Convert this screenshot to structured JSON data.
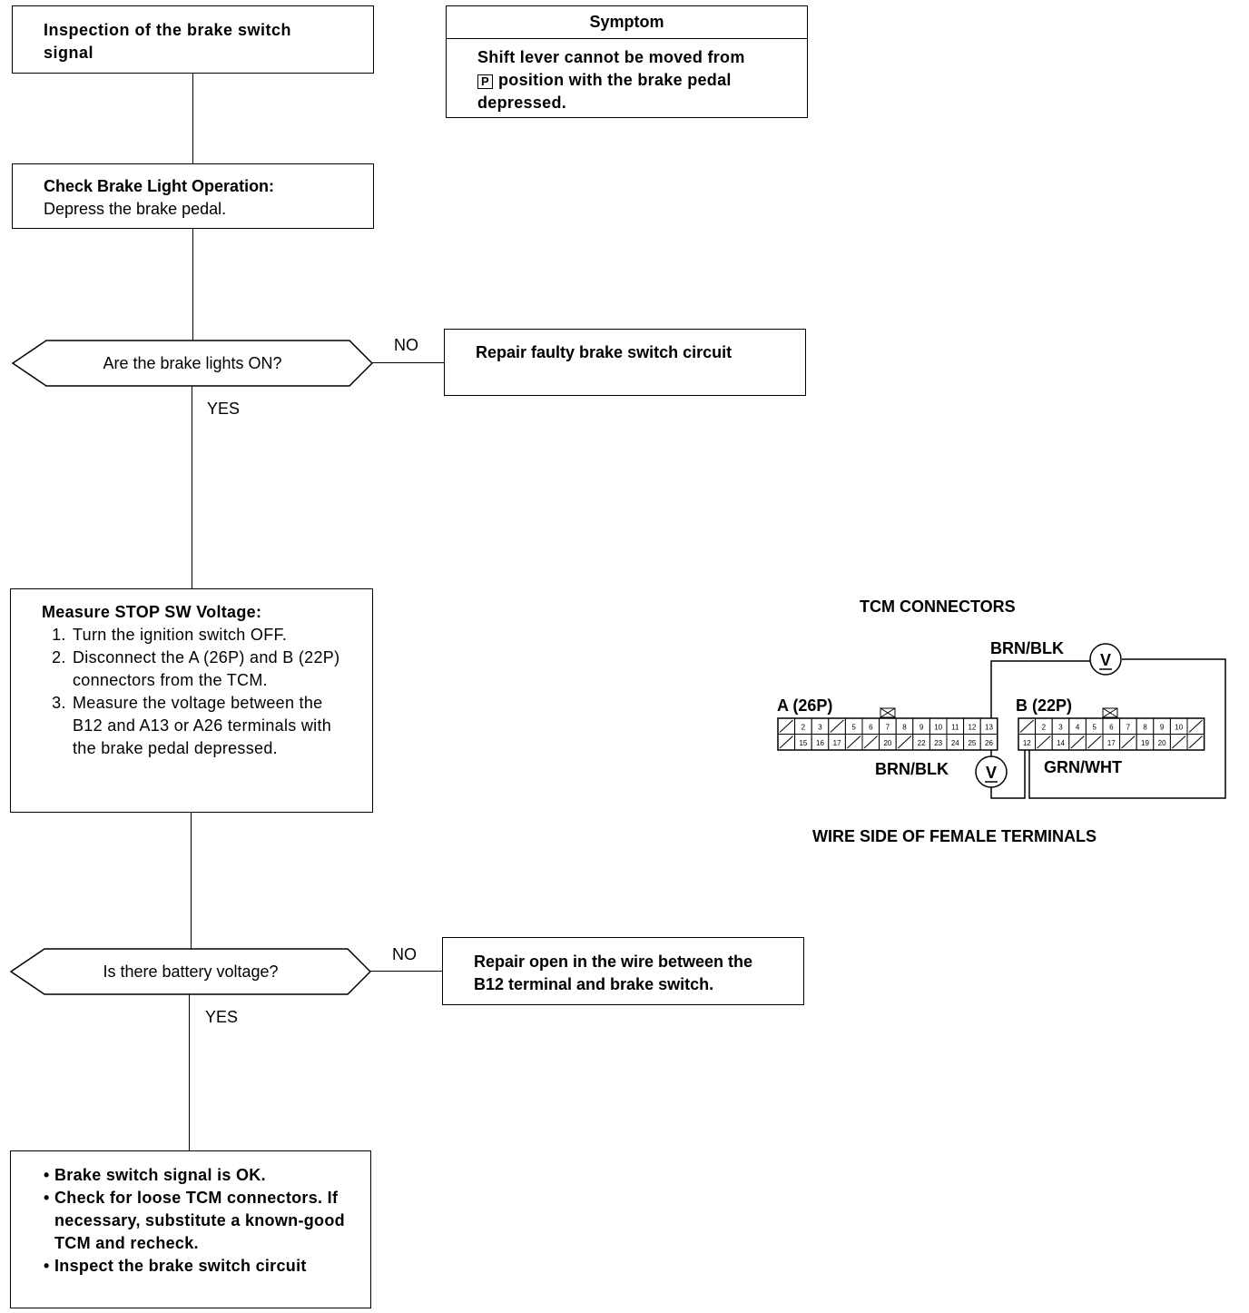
{
  "start": {
    "title": "Inspection of the brake switch signal"
  },
  "symptom": {
    "header": "Symptom",
    "line1": "Shift lever cannot be moved from",
    "key": "P",
    "line2": "position with the brake pedal",
    "line3": "depressed."
  },
  "check_brake_light": {
    "title": "Check Brake Light Operation:",
    "step": "Depress the brake pedal."
  },
  "decision1": {
    "question": "Are the brake lights ON?",
    "no_label": "NO",
    "yes_label": "YES"
  },
  "repair1": {
    "text": "Repair faulty brake switch circuit"
  },
  "measure": {
    "title": "Measure STOP SW Voltage:",
    "steps": [
      "Turn the ignition switch OFF.",
      "Disconnect the A (26P) and B (22P) connectors from the TCM.",
      "Measure the voltage between the B12 and A13 or A26 terminals with the brake pedal depressed."
    ]
  },
  "decision2": {
    "question": "Is there battery voltage?",
    "no_label": "NO",
    "yes_label": "YES"
  },
  "repair2": {
    "text": "Repair open in the wire between the B12 terminal and brake switch."
  },
  "result": {
    "bullets": [
      "Brake switch signal is OK.",
      "Check for loose TCM connectors. If necessary, substitute a known-good TCM and recheck.",
      "Inspect the brake switch circuit"
    ]
  },
  "connector_diagram": {
    "title": "TCM CONNECTORS",
    "wire_top": "BRN/BLK",
    "wire_bottom": "BRN/BLK",
    "wire_right": "GRN/WHT",
    "meter_symbol": "V",
    "connector_a_label": "A (26P)",
    "connector_b_label": "B (22P)",
    "connector_a_top": [
      "",
      "2",
      "3",
      "",
      "5",
      "6",
      "7",
      "8",
      "9",
      "10",
      "11",
      "12",
      "13"
    ],
    "connector_a_bottom": [
      "",
      "15",
      "16",
      "17",
      "",
      "",
      "20",
      "",
      "22",
      "23",
      "24",
      "25",
      "26"
    ],
    "connector_b_top": [
      "",
      "2",
      "3",
      "4",
      "5",
      "6",
      "7",
      "8",
      "9",
      "10",
      ""
    ],
    "connector_b_bottom": [
      "12",
      "",
      "14",
      "",
      "",
      "17",
      "",
      "19",
      "20",
      "",
      ""
    ],
    "footer": "WIRE SIDE OF FEMALE TERMINALS"
  }
}
